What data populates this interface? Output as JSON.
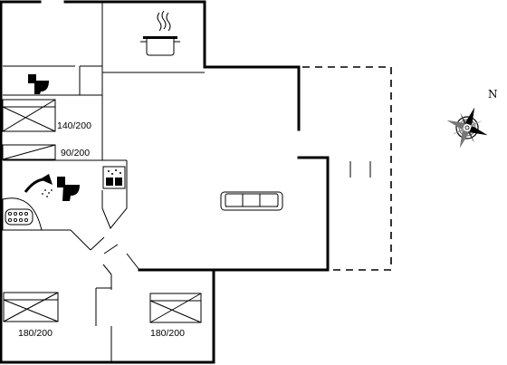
{
  "floorplan": {
    "beds": [
      {
        "label": "140/200"
      },
      {
        "label": "90/200"
      },
      {
        "label": "180/200"
      },
      {
        "label": "180/200"
      }
    ],
    "compass": {
      "north_label": "N"
    },
    "icons": [
      "cooking-pot-icon",
      "toilet-icon",
      "shower-icon",
      "sink-icon",
      "whirlpool-bath-icon",
      "sofa-icon",
      "compass-rose-icon"
    ]
  }
}
